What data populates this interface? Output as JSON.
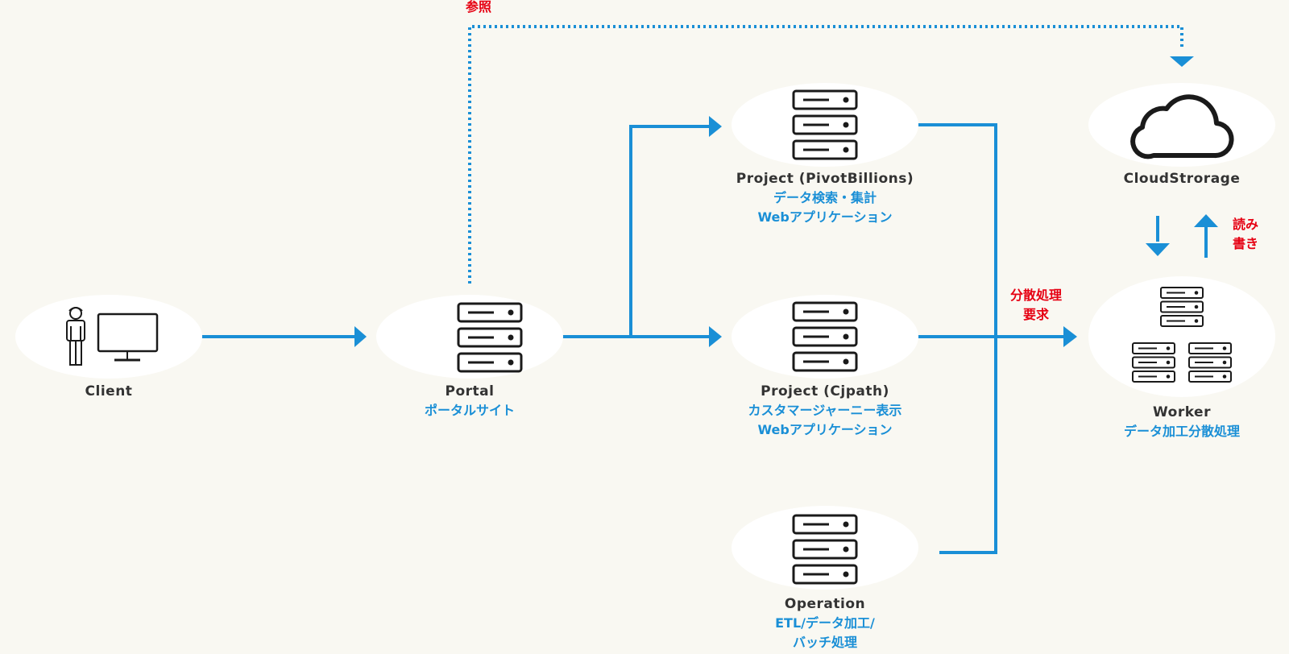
{
  "colors": {
    "background": "#f9f8f2",
    "node_fill": "#ffffff",
    "connector": "#1a8fd6",
    "label_name": "#333333",
    "label_desc": "#1a8fd6",
    "annotation": "#e60012",
    "icon": "#1a1a1a"
  },
  "nodes": {
    "client": {
      "name": "Client",
      "icon": "user-monitor-icon"
    },
    "portal": {
      "name": "Portal",
      "desc": "ポータルサイト",
      "icon": "server-icon"
    },
    "pivot": {
      "name": "Project (PivotBillions)",
      "desc1": "データ検索・集計",
      "desc2": "Webアプリケーション",
      "icon": "server-icon"
    },
    "cjpath": {
      "name": "Project (Cjpath)",
      "desc1": "カスタマージャーニー表示",
      "desc2": "Webアプリケーション",
      "icon": "server-icon"
    },
    "operation": {
      "name": "Operation",
      "desc1": "ETL/データ加工/",
      "desc2": "バッチ処理",
      "icon": "server-icon"
    },
    "cloud": {
      "name": "CloudStrorage",
      "icon": "cloud-icon"
    },
    "worker": {
      "name": "Worker",
      "desc": "データ加工分散処理",
      "icon": "server-cluster-icon"
    }
  },
  "annotations": {
    "reference": "参照",
    "distributed_request_line1": "分散処理",
    "distributed_request_line2": "要求",
    "read_write_line1": "読み",
    "read_write_line2": "書き"
  }
}
